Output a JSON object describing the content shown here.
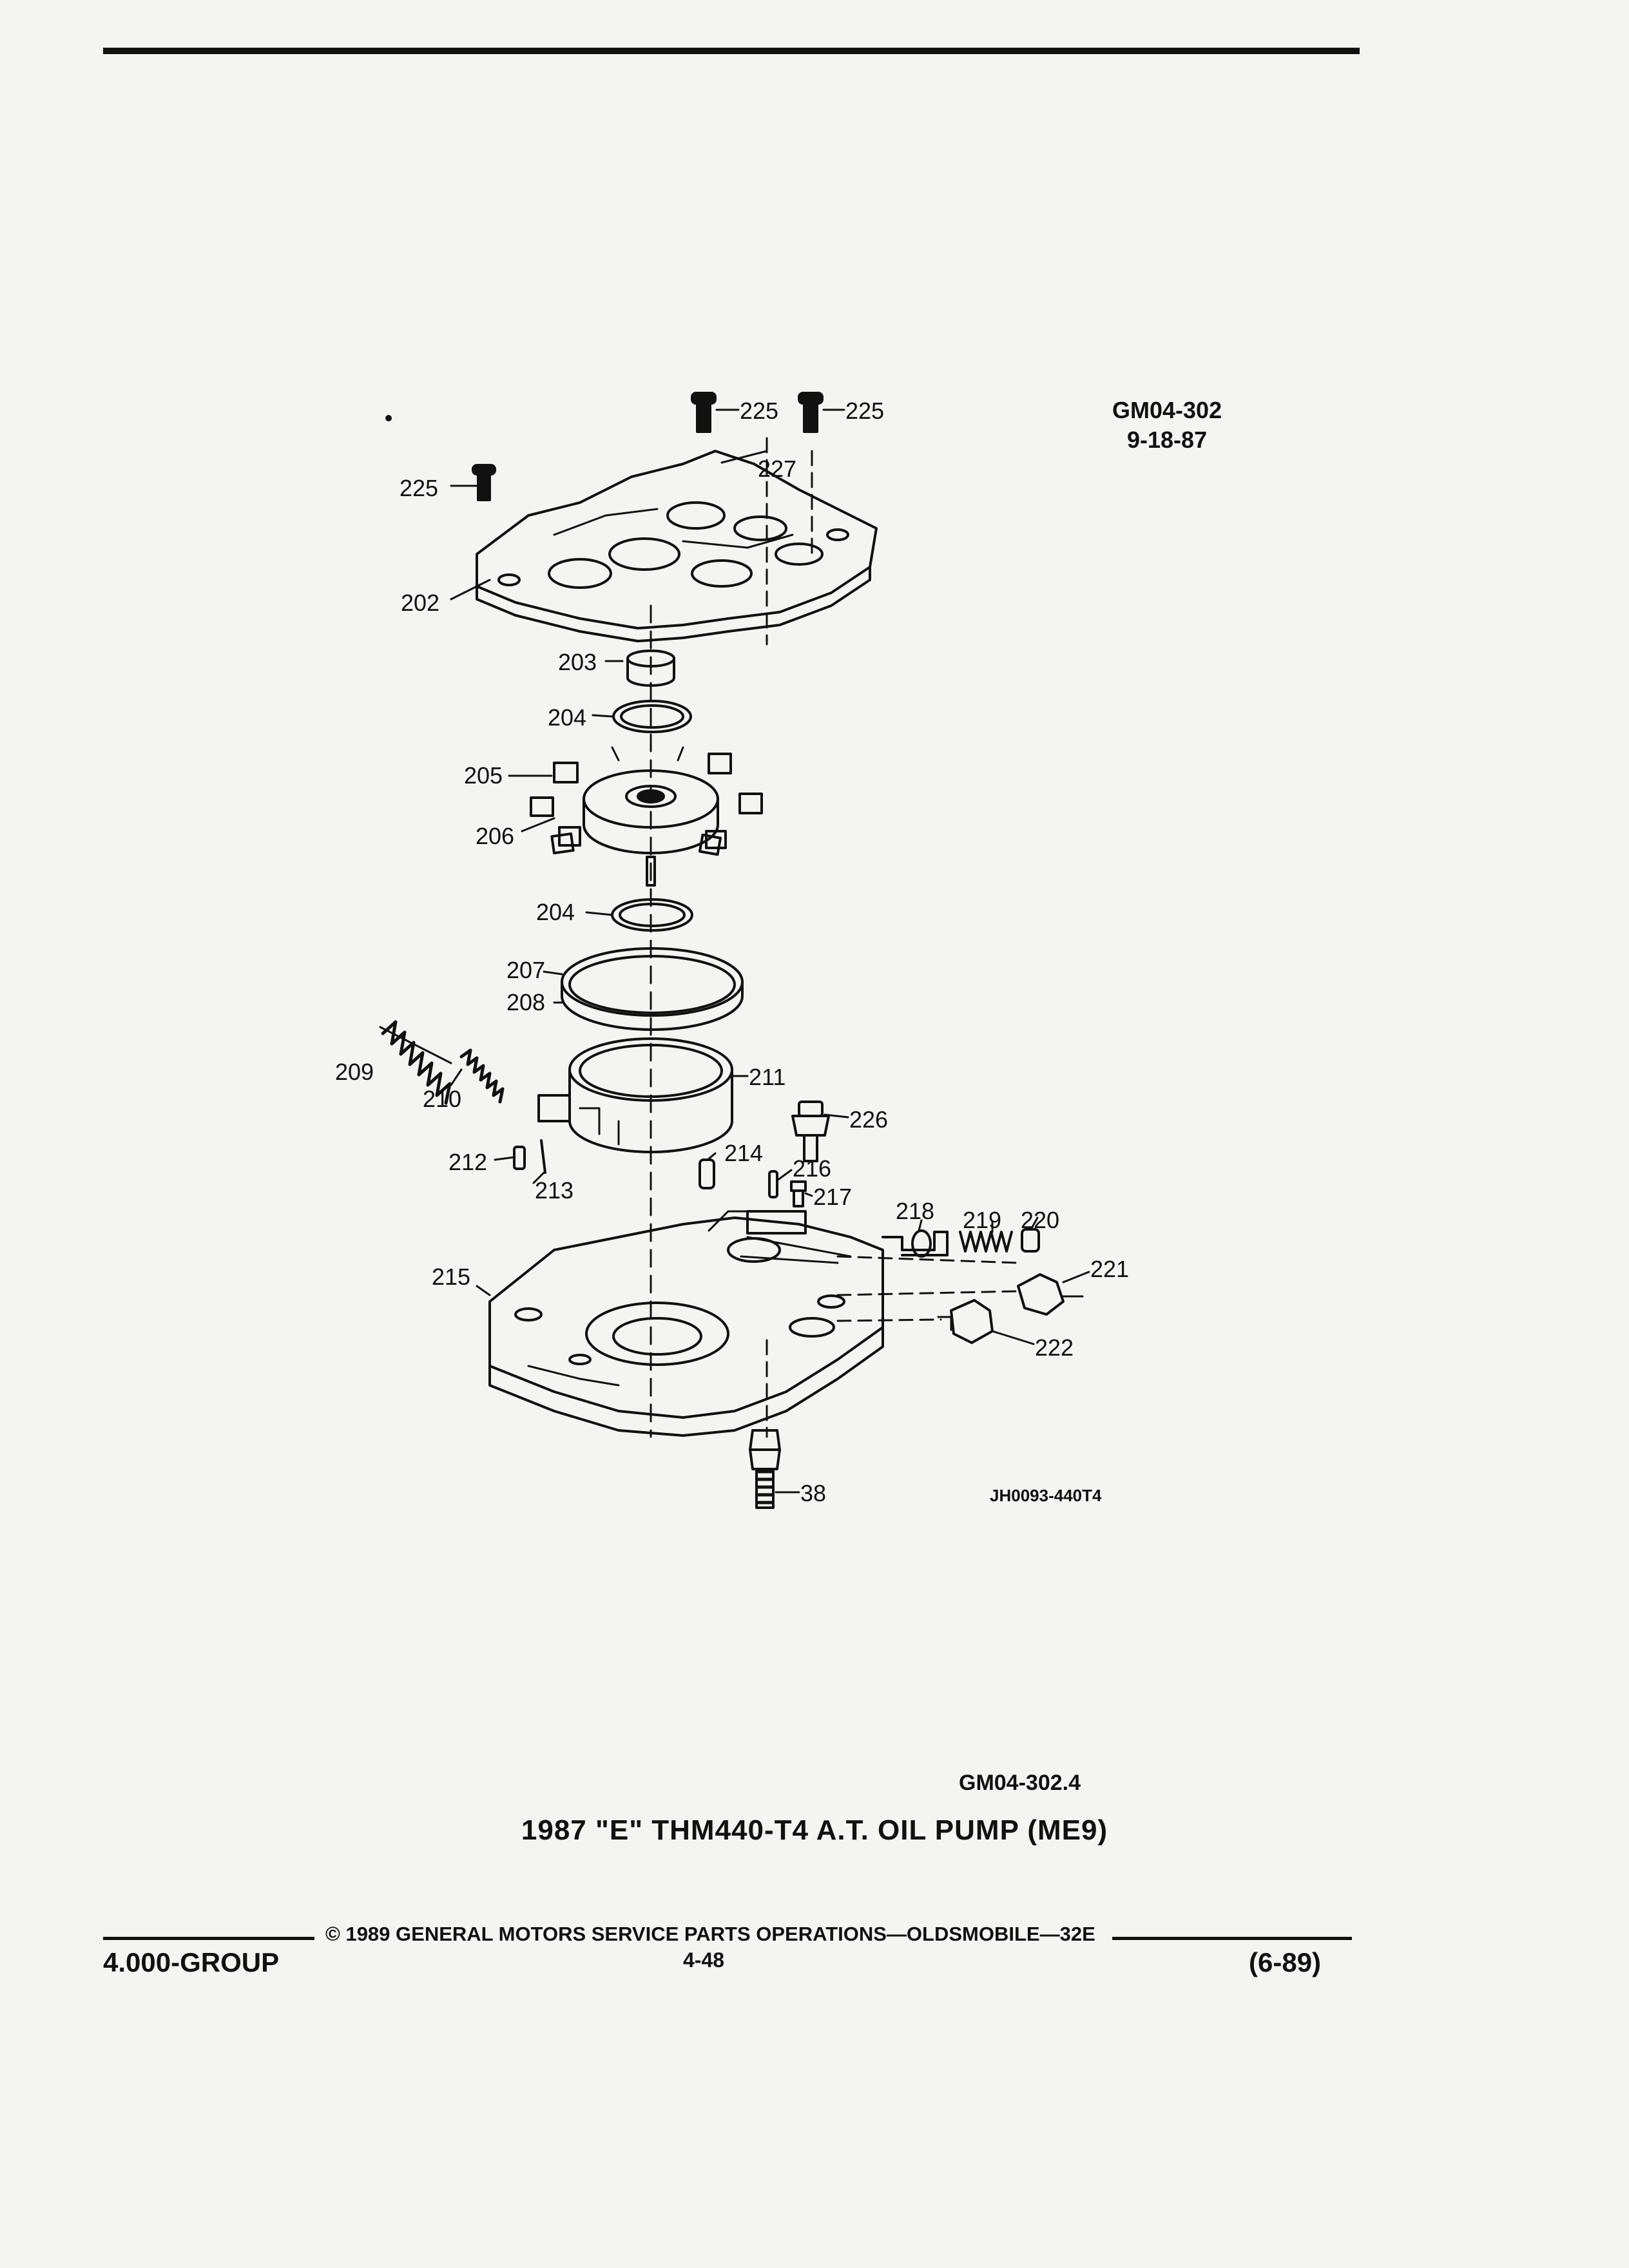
{
  "header": {
    "ref_code": "GM04-302",
    "ref_date": "9-18-87"
  },
  "diagram": {
    "labels": {
      "p225a": "225",
      "p225b": "225",
      "p225c": "225",
      "p227": "227",
      "p202": "202",
      "p203": "203",
      "p204a": "204",
      "p205": "205",
      "p206": "206",
      "p204b": "204",
      "p207": "207",
      "p208": "208",
      "p209": "209",
      "p210": "210",
      "p211": "211",
      "p212": "212",
      "p213": "213",
      "p214": "214",
      "p215": "215",
      "p216": "216",
      "p217": "217",
      "p218": "218",
      "p219": "219",
      "p220": "220",
      "p221": "221",
      "p222": "222",
      "p226": "226",
      "p38": "38"
    },
    "image_code": "JH0093-440T4"
  },
  "figure_code": "GM04-302.4",
  "title": "1987 \"E\" THM440-T4 A.T. OIL PUMP (ME9)",
  "footer": {
    "copyright": "© 1989 GENERAL MOTORS SERVICE PARTS OPERATIONS—OLDSMOBILE—32E",
    "group": "4.000-GROUP",
    "page": "4-48",
    "date": "(6-89)"
  }
}
